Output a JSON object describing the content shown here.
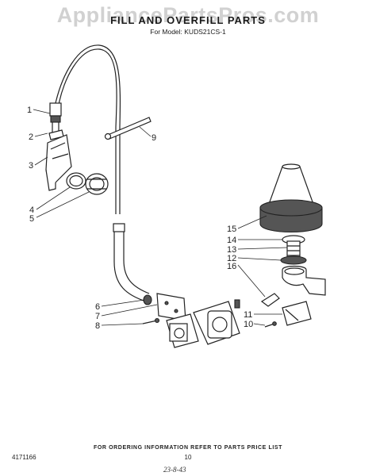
{
  "header": {
    "watermark": "AppliancePartsPros.com",
    "title": "FILL AND OVERFILL PARTS",
    "model": "For Model: KUDS21CS-1"
  },
  "callouts": [
    "1",
    "2",
    "3",
    "4",
    "5",
    "6",
    "7",
    "8",
    "9",
    "10",
    "11",
    "12",
    "13",
    "14",
    "15",
    "16"
  ],
  "footer": {
    "ordering_note": "FOR ORDERING INFORMATION REFER TO PARTS PRICE LIST",
    "doc_number": "4171166",
    "page_number": "10",
    "handwritten": "23-8-43"
  }
}
